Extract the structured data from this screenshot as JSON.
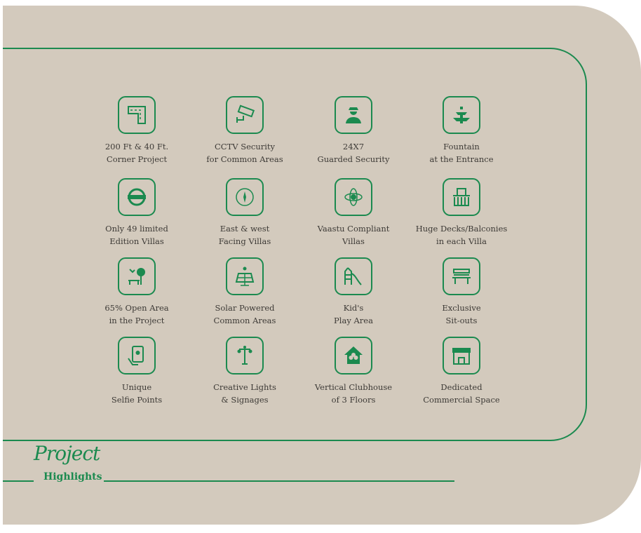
{
  "title": {
    "script": "Project",
    "main": "Highlights"
  },
  "accent": "#1b8a4f",
  "features": [
    {
      "icon": "corner-road-icon",
      "lines": [
        "200 Ft & 40 Ft.",
        "Corner Project"
      ]
    },
    {
      "icon": "cctv-camera-icon",
      "lines": [
        "CCTV Security",
        "for Common Areas"
      ]
    },
    {
      "icon": "security-guard-icon",
      "lines": [
        "24X7",
        "Guarded Security"
      ]
    },
    {
      "icon": "fountain-icon",
      "lines": [
        "Fountain",
        "at the Entrance"
      ]
    },
    {
      "icon": "limited-edition-badge-icon",
      "lines": [
        "Only 49 limited",
        "Edition Villas"
      ]
    },
    {
      "icon": "compass-icon",
      "lines": [
        "East & west",
        "Facing Villas"
      ]
    },
    {
      "icon": "vaastu-icon",
      "lines": [
        "Vaastu Compliant",
        "Villas"
      ]
    },
    {
      "icon": "balcony-icon",
      "lines": [
        "Huge Decks/Balconies",
        "in each Villa"
      ]
    },
    {
      "icon": "park-tree-icon",
      "lines": [
        "65% Open Area",
        "in the Project"
      ]
    },
    {
      "icon": "solar-panel-icon",
      "lines": [
        "Solar Powered",
        "Common Areas"
      ]
    },
    {
      "icon": "playground-slide-icon",
      "lines": [
        "Kid's",
        "Play Area"
      ]
    },
    {
      "icon": "bench-icon",
      "lines": [
        "Exclusive",
        "Sit-outs"
      ]
    },
    {
      "icon": "selfie-phone-icon",
      "lines": [
        "Unique",
        "Selfie Points"
      ]
    },
    {
      "icon": "street-lamp-icon",
      "lines": [
        "Creative Lights",
        "& Signages"
      ]
    },
    {
      "icon": "clubhouse-icon",
      "lines": [
        "Vertical Clubhouse",
        "of 3 Floors"
      ]
    },
    {
      "icon": "shop-storefront-icon",
      "lines": [
        "Dedicated",
        "Commercial Space"
      ]
    }
  ]
}
